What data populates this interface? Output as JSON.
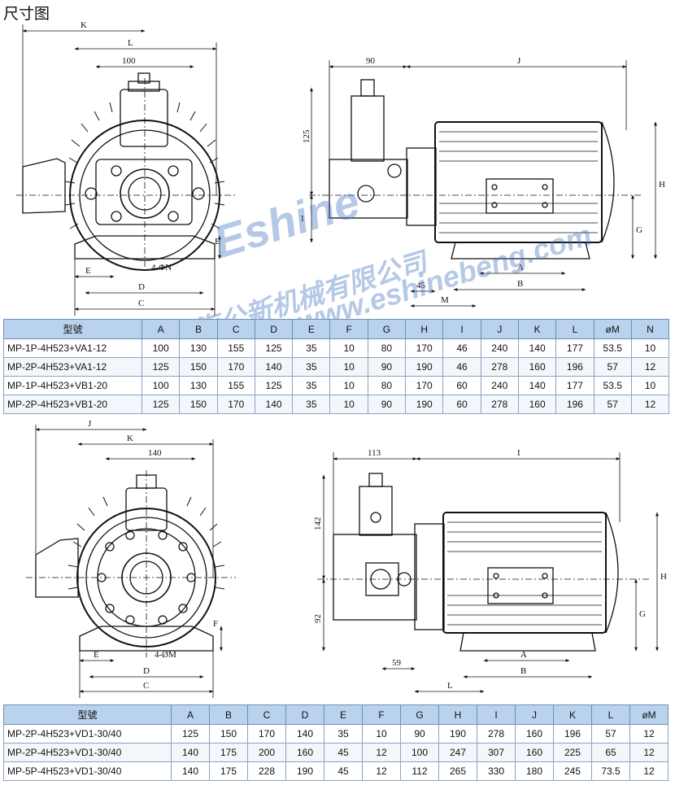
{
  "title": "尺寸图",
  "watermark": {
    "brand": "Eshine",
    "company": "上海公新机械有限公司",
    "url": "www.eshinebeng.com"
  },
  "dims_top_front": {
    "K": "K",
    "L": "L",
    "w100": "100",
    "E_right": "E",
    "N": "4-ΦN",
    "E_bottom": "E",
    "D": "D",
    "C": "C"
  },
  "dims_top_side": {
    "w90": "90",
    "J": "J",
    "h125": "125",
    "I": "I",
    "H": "H",
    "G": "G",
    "A": "A",
    "B": "B",
    "w45": "45",
    "M": "M"
  },
  "dims_bottom_front": {
    "J": "J",
    "K": "K",
    "w140": "140",
    "F": "F",
    "M": "4-ØM",
    "E": "E",
    "D": "D",
    "C": "C"
  },
  "dims_bottom_side": {
    "w113": "113",
    "I": "I",
    "h142": "142",
    "h92": "92",
    "H": "H",
    "G": "G",
    "A": "A",
    "B": "B",
    "w59": "59",
    "L": "L"
  },
  "table1": {
    "headers": [
      "型號",
      "A",
      "B",
      "C",
      "D",
      "E",
      "F",
      "G",
      "H",
      "I",
      "J",
      "K",
      "L",
      "øM",
      "N"
    ],
    "rows": [
      [
        "MP-1P-4H523+VA1-12",
        "100",
        "130",
        "155",
        "125",
        "35",
        "10",
        "80",
        "170",
        "46",
        "240",
        "140",
        "177",
        "53.5",
        "10"
      ],
      [
        "MP-2P-4H523+VA1-12",
        "125",
        "150",
        "170",
        "140",
        "35",
        "10",
        "90",
        "190",
        "46",
        "278",
        "160",
        "196",
        "57",
        "12"
      ],
      [
        "MP-1P-4H523+VB1-20",
        "100",
        "130",
        "155",
        "125",
        "35",
        "10",
        "80",
        "170",
        "60",
        "240",
        "140",
        "177",
        "53.5",
        "10"
      ],
      [
        "MP-2P-4H523+VB1-20",
        "125",
        "150",
        "170",
        "140",
        "35",
        "10",
        "90",
        "190",
        "60",
        "278",
        "160",
        "196",
        "57",
        "12"
      ]
    ]
  },
  "table2": {
    "headers": [
      "型號",
      "A",
      "B",
      "C",
      "D",
      "E",
      "F",
      "G",
      "H",
      "I",
      "J",
      "K",
      "L",
      "øM"
    ],
    "rows": [
      [
        "MP-2P-4H523+VD1-30/40",
        "125",
        "150",
        "170",
        "140",
        "35",
        "10",
        "90",
        "190",
        "278",
        "160",
        "196",
        "57",
        "12"
      ],
      [
        "MP-2P-4H523+VD1-30/40",
        "140",
        "175",
        "200",
        "160",
        "45",
        "12",
        "100",
        "247",
        "307",
        "160",
        "225",
        "65",
        "12"
      ],
      [
        "MP-5P-4H523+VD1-30/40",
        "140",
        "175",
        "228",
        "190",
        "45",
        "12",
        "112",
        "265",
        "330",
        "180",
        "245",
        "73.5",
        "12"
      ]
    ]
  },
  "colors": {
    "header_bg": "#b9d3ee",
    "border": "#6f8fb3",
    "watermark": "#3c6ebe"
  }
}
